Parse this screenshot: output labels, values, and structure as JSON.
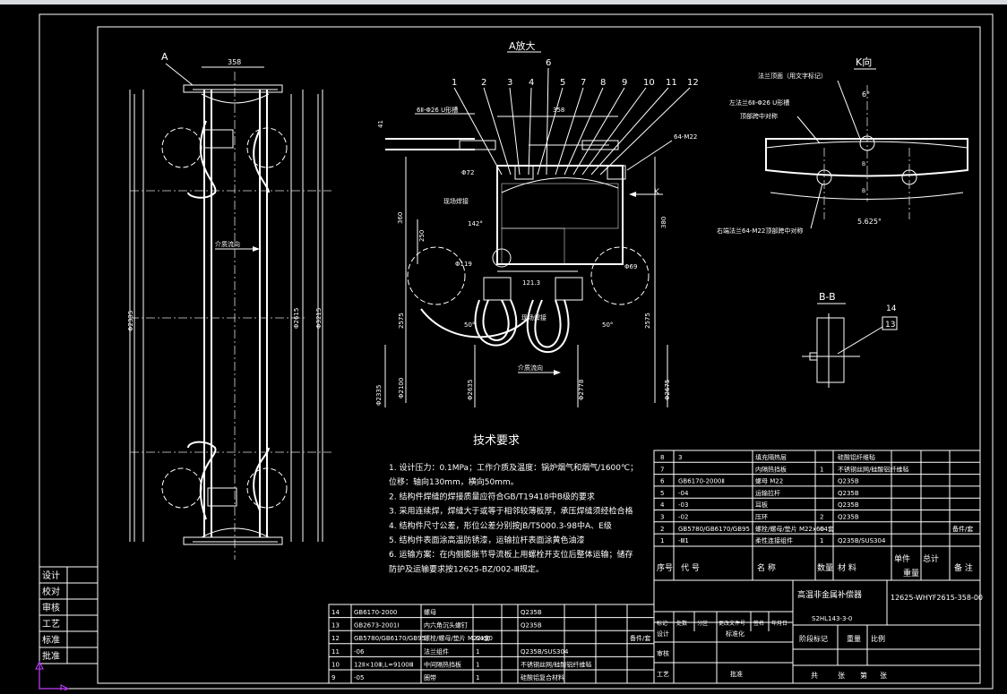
{
  "drawing": {
    "detail_a_title": "A放大",
    "view_k_title": "K向",
    "section_bb_title": "B-B",
    "tech_title": "技术要求",
    "tech_items": [
      "1. 设计压力：0.1MPa；工作介质及温度：锅炉烟气和烟气/1600℃；",
      "   位移：轴向130mm，横向50mm。",
      "2. 结构件焊缝的焊接质量应符合GB/T19418中B级的要求",
      "3. 采用连续焊，焊缝大于或等于相邻较薄板厚，承压焊缝须经检合格",
      "4. 结构件尺寸公差，形位公差分别按JB/T5000.3-98中A、E级",
      "5. 结构件表面涂高温防锈漆，运输拉杆表面涂黄色油漆",
      "6. 运输方案：在内侧膨胀节导流板上用螺栓开支位后整体运输；储存",
      "   防护及运输要求按12625-BZ/002-Ⅲ规定。"
    ],
    "labels": {
      "A": "A",
      "dim_358_left": "358",
      "flow_dir_left": "介质流向",
      "flow_dir_bottom": "介质流向",
      "u_bolt": "6Ⅱ-Φ26 U形槽",
      "nut": "64-M22",
      "k_arrow": "K",
      "inside_pad": "现场焊接",
      "outside_pad": "现场焊接",
      "dim_358_detail": "358",
      "dim_41": "41",
      "dim_360": "360",
      "dim_250": "250",
      "dim_142": "142°",
      "dim_phi72": "Φ72",
      "dim_phi119": "Φ119",
      "dim_phi69": "Φ69",
      "dim_1213": "121.3",
      "dim_50a": "50°",
      "dim_50b": "50°",
      "dim_2575_left": "2575",
      "dim_2575_right": "2575",
      "dim_380": "380",
      "dim_2335_long": "Φ2335",
      "dim_2335_detail": "Φ2335",
      "dim_2100": "Φ2100",
      "dim_2635": "Φ2635",
      "dim_2778": "Φ2778",
      "dim_2675": "Φ2675",
      "dim_2615": "Φ2615",
      "dim_3215": "Φ3215",
      "k_flange_label": "法兰顶面（用文字标记）",
      "k_flange_u": "左法兰6Ⅱ-Φ26 U形槽",
      "k_center": "顶部跨中对称",
      "k_right_flange": "右端法兰64-M22顶部跨中对称",
      "k_angle6": "6°",
      "k_angle5625": "5.625°",
      "b1": "B",
      "b2": "B",
      "callout_13": "13",
      "callout_14": "14"
    },
    "callouts": [
      "1",
      "2",
      "3",
      "4",
      "5",
      "6",
      "7",
      "8",
      "9",
      "10",
      "11",
      "12"
    ]
  },
  "bom_right": {
    "rows": [
      {
        "no": "8",
        "code": "3",
        "name": "填充隔热层",
        "qty": "",
        "material": "硅酸铝纤维毡",
        "note": ""
      },
      {
        "no": "7",
        "code": "",
        "name": "内隔热挡板",
        "qty": "1",
        "material": "不锈钢丝网/硅酸铝纤维毡",
        "note": ""
      },
      {
        "no": "6",
        "code": "GB6170-2000Ⅱ",
        "name": "螺母  M22",
        "qty": "",
        "material": "Q235B",
        "note": ""
      },
      {
        "no": "5",
        "code": "-04",
        "name": "运输拉杆",
        "qty": "",
        "material": "Q235B",
        "note": ""
      },
      {
        "no": "4",
        "code": "-03",
        "name": "耳板",
        "qty": "",
        "material": "Q235B",
        "note": ""
      },
      {
        "no": "3",
        "code": "-02",
        "name": "压环",
        "qty": "2",
        "material": "Q235B",
        "note": ""
      },
      {
        "no": "2",
        "code": "GB5780/GB6170/GB95",
        "name": "螺栓/螺母/垫片 M22x60",
        "qty": "64套",
        "material": "",
        "note": "备件/套"
      },
      {
        "no": "1",
        "code": "-Ⅲ1",
        "name": "柔性连接组件",
        "qty": "1",
        "material": "Q235B/SUS304",
        "note": ""
      }
    ],
    "header": {
      "no": "序号",
      "code": "代  号",
      "name": "名  称",
      "qty": "数量",
      "material": "材  料",
      "unit_w": "单件",
      "total_w": "总计",
      "weight": "重量",
      "note": "备 注"
    }
  },
  "bom_left": {
    "rows": [
      {
        "no": "14",
        "code": "GB6170-2000",
        "name": "螺母",
        "qty": "",
        "material": "Q235B",
        "note": ""
      },
      {
        "no": "13",
        "code": "GB2673-2001Ⅰ",
        "name": "内六角沉头螺钉",
        "qty": "",
        "material": "Q235B",
        "note": ""
      },
      {
        "no": "12",
        "code": "GB5780/GB6170/GB95",
        "name": "螺栓/螺母/垫片 M22x90",
        "qty": "64套",
        "material": "",
        "note": "备件/套"
      },
      {
        "no": "11",
        "code": "-06",
        "name": "法兰组件",
        "qty": "1",
        "material": "Q235B/SUS304",
        "note": ""
      },
      {
        "no": "10",
        "code": "12Ⅱ×10Ⅲ,L=9100Ⅲ",
        "name": "中间隔热挡板",
        "qty": "1",
        "material": "不锈钢丝网/硅酸铝纤维毡",
        "note": ""
      },
      {
        "no": "9",
        "code": "-05",
        "name": "圈带",
        "qty": "1",
        "material": "硅酸铝复合材料",
        "note": ""
      }
    ]
  },
  "title_block": {
    "product_name": "高温非金属补偿器",
    "drawing_no": "12625-WHYF2615-358-00",
    "spec": "S2HL143-3-0",
    "stage_label": "阶段标记",
    "weight_label": "重量",
    "scale_label": "比例",
    "sheets_total": "共",
    "sheet_label": "张",
    "sheet_no_label": "第",
    "sheet_of": "张",
    "mark_label": "标记",
    "count_label": "处数",
    "zone_label": "分区",
    "change_doc": "更改文件号",
    "sign_label": "签名",
    "date_label": "年月日",
    "design": "设计",
    "standardize": "标准化",
    "check": "审核",
    "process": "工艺",
    "approve": "批准"
  },
  "side_block": [
    "设计",
    "校对",
    "审核",
    "工艺",
    "标准",
    "批准"
  ]
}
